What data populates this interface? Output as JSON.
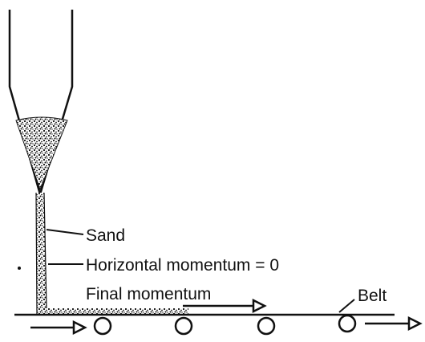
{
  "labels": {
    "sand": "Sand",
    "horizontal_momentum": "Horizontal momentum = 0",
    "final_momentum": "Final momentum",
    "belt": "Belt"
  },
  "colors": {
    "ink": "#111111",
    "paper": "#ffffff"
  }
}
